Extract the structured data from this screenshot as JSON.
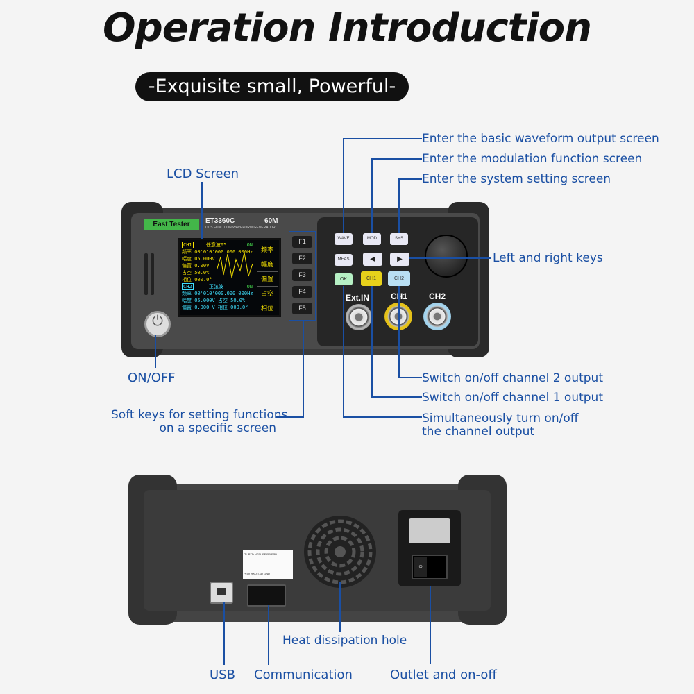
{
  "header": {
    "title": "Operation Introduction",
    "subtitle": "-Exquisite small, Powerful-"
  },
  "front_panel": {
    "brand": "East Tester",
    "model": "ET3360C",
    "bandwidth": "60M",
    "model_desc": "DDS FUNCTION WAVEFORM GENERATOR",
    "lcd": {
      "ch1_tag": "CH1",
      "ch1_title": "任意波05",
      "ch1_on": "ON",
      "ch1_rows": [
        "频率 00'010'000.000'000Hz",
        "幅度 05.000V",
        "偏置   0.00V",
        "占空  50.0%",
        "相位  000.0°"
      ],
      "ch2_tag": "CH2",
      "ch2_title": "正弦波",
      "ch2_on": "ON",
      "ch2_rows": [
        "频率 00'010'000.000'000Hz",
        "幅度 05.000V  占空  50.0%",
        "偏置  0.000 V  相位 000.0°"
      ],
      "menu": [
        "频率",
        "幅度",
        "偏置",
        "占空",
        "相位"
      ]
    },
    "soft_keys": [
      "F1",
      "F2",
      "F3",
      "F4",
      "F5"
    ],
    "keys": {
      "wave": "WAVE",
      "mod": "MOD",
      "sys": "SYS",
      "meas": "MEAS",
      "left": "◀",
      "right": "▶",
      "ok": "OK",
      "ch1": "CH1",
      "ch2": "CH2"
    },
    "connectors": {
      "ext_in": "Ext.IN",
      "ch1": "CH1",
      "ch2": "CH2"
    }
  },
  "callouts": {
    "lcd_screen": "LCD Screen",
    "on_off": "ON/OFF",
    "soft_keys_line1": "Soft keys for setting functions",
    "soft_keys_line2": "on a specific screen",
    "wave": "Enter the basic waveform output screen",
    "mod": "Enter the modulation function screen",
    "sys": "Enter the system setting screen",
    "left_right": "Left and right keys",
    "ch2_switch": "Switch on/off channel 2 output",
    "ch1_switch": "Switch on/off channel 1 output",
    "simul_line1": "Simultaneously turn on/off",
    "simul_line2": "the channel output",
    "heat": "Heat dissipation hole",
    "usb": "USB",
    "comm": "Communication",
    "outlet": "Outlet and on-off"
  },
  "rear_panel": {
    "comm_label_top": "TL  RTD  NTSL  EF  RB  FRD",
    "comm_label_bottom": "+ 5V    RXD   TXD   GND"
  },
  "colors": {
    "accent_blue": "#1a4fa3",
    "case": "#2e2e2e",
    "lcd_yellow": "#f5e100",
    "lcd_cyan": "#3fe0ff"
  }
}
